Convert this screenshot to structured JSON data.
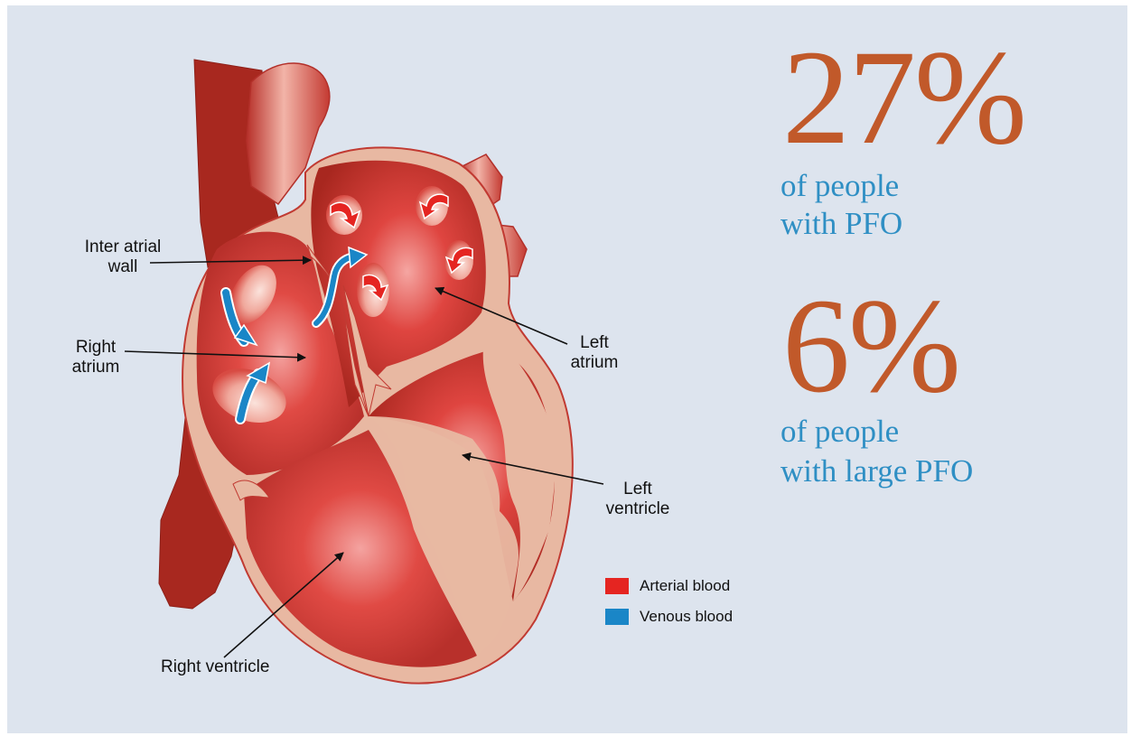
{
  "labels": {
    "inter_atrial_wall": "Inter atrial\nwall",
    "right_atrium": "Right\natrium",
    "left_atrium": "Left\natrium",
    "left_ventricle": "Left\nventricle",
    "right_ventricle": "Right ventricle"
  },
  "stats": [
    {
      "value": "27%",
      "caption_line1": "of people",
      "caption_line2": "with PFO"
    },
    {
      "value": "6%",
      "caption_line1": "of people",
      "caption_line2": "with large PFO"
    }
  ],
  "legend": [
    {
      "label": "Arterial blood",
      "color": "#e52521"
    },
    {
      "label": "Venous blood",
      "color": "#1a86c7"
    }
  ],
  "colors": {
    "background": "#dde4ee",
    "stat_value": "#c1592a",
    "stat_caption": "#2f8fc4",
    "heart_wall": "#e8b8a2",
    "chamber": "#d83a35",
    "vessel_dark": "#9e2a24",
    "arterial": "#e52521",
    "venous": "#1a86c7"
  }
}
